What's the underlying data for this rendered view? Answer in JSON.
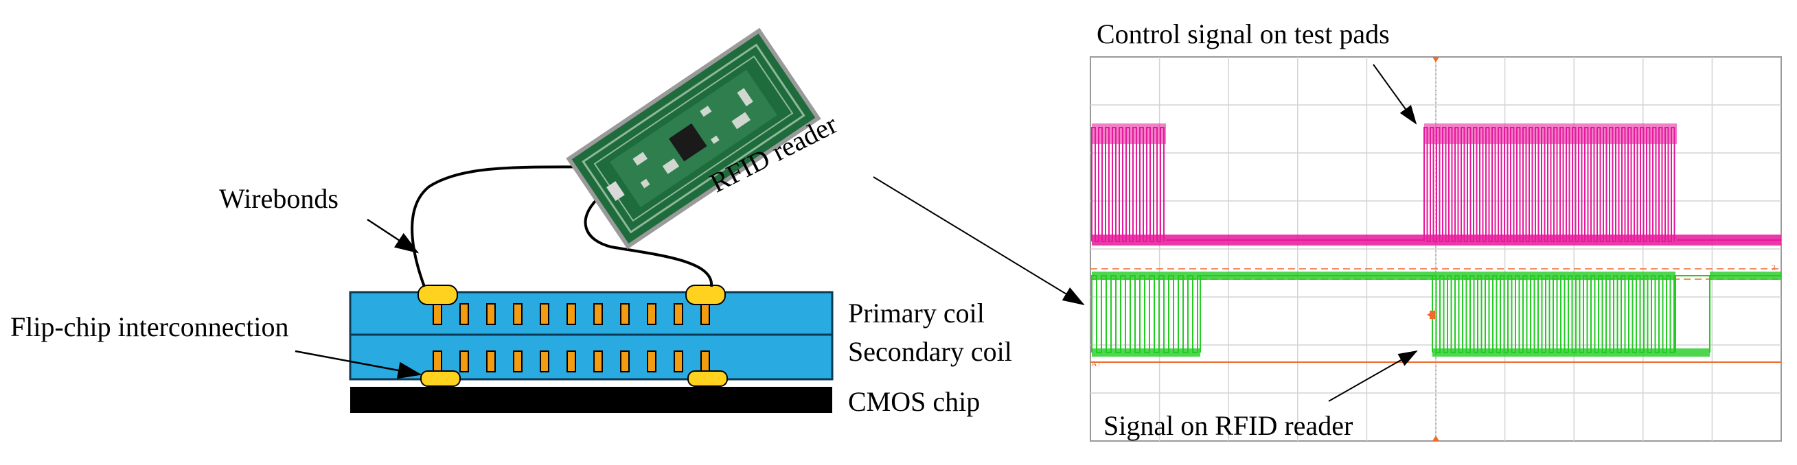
{
  "diagram": {
    "labels": {
      "wirebonds": "Wirebonds",
      "flipchip": "Flip-chip interconnection",
      "primary": "Primary coil",
      "secondary": "Secondary coil",
      "cmos": "CMOS chip",
      "rfid_reader": "RFID reader"
    }
  },
  "scope": {
    "top_label": "Control signal on test pads",
    "bottom_label": "Signal on RFID reader",
    "ch1_marker": "A↑",
    "ch2_marker": "3"
  },
  "colors": {
    "coil_blue": "#29abe2",
    "pad_yellow": "#ffd21f",
    "via_orange": "#f39c12",
    "cmos_black": "#000000",
    "pcb_green": "#1e6b3c",
    "trace_magenta": "#e6189b",
    "trace_green": "#22cc22",
    "marker_orange": "#f06a2a"
  }
}
